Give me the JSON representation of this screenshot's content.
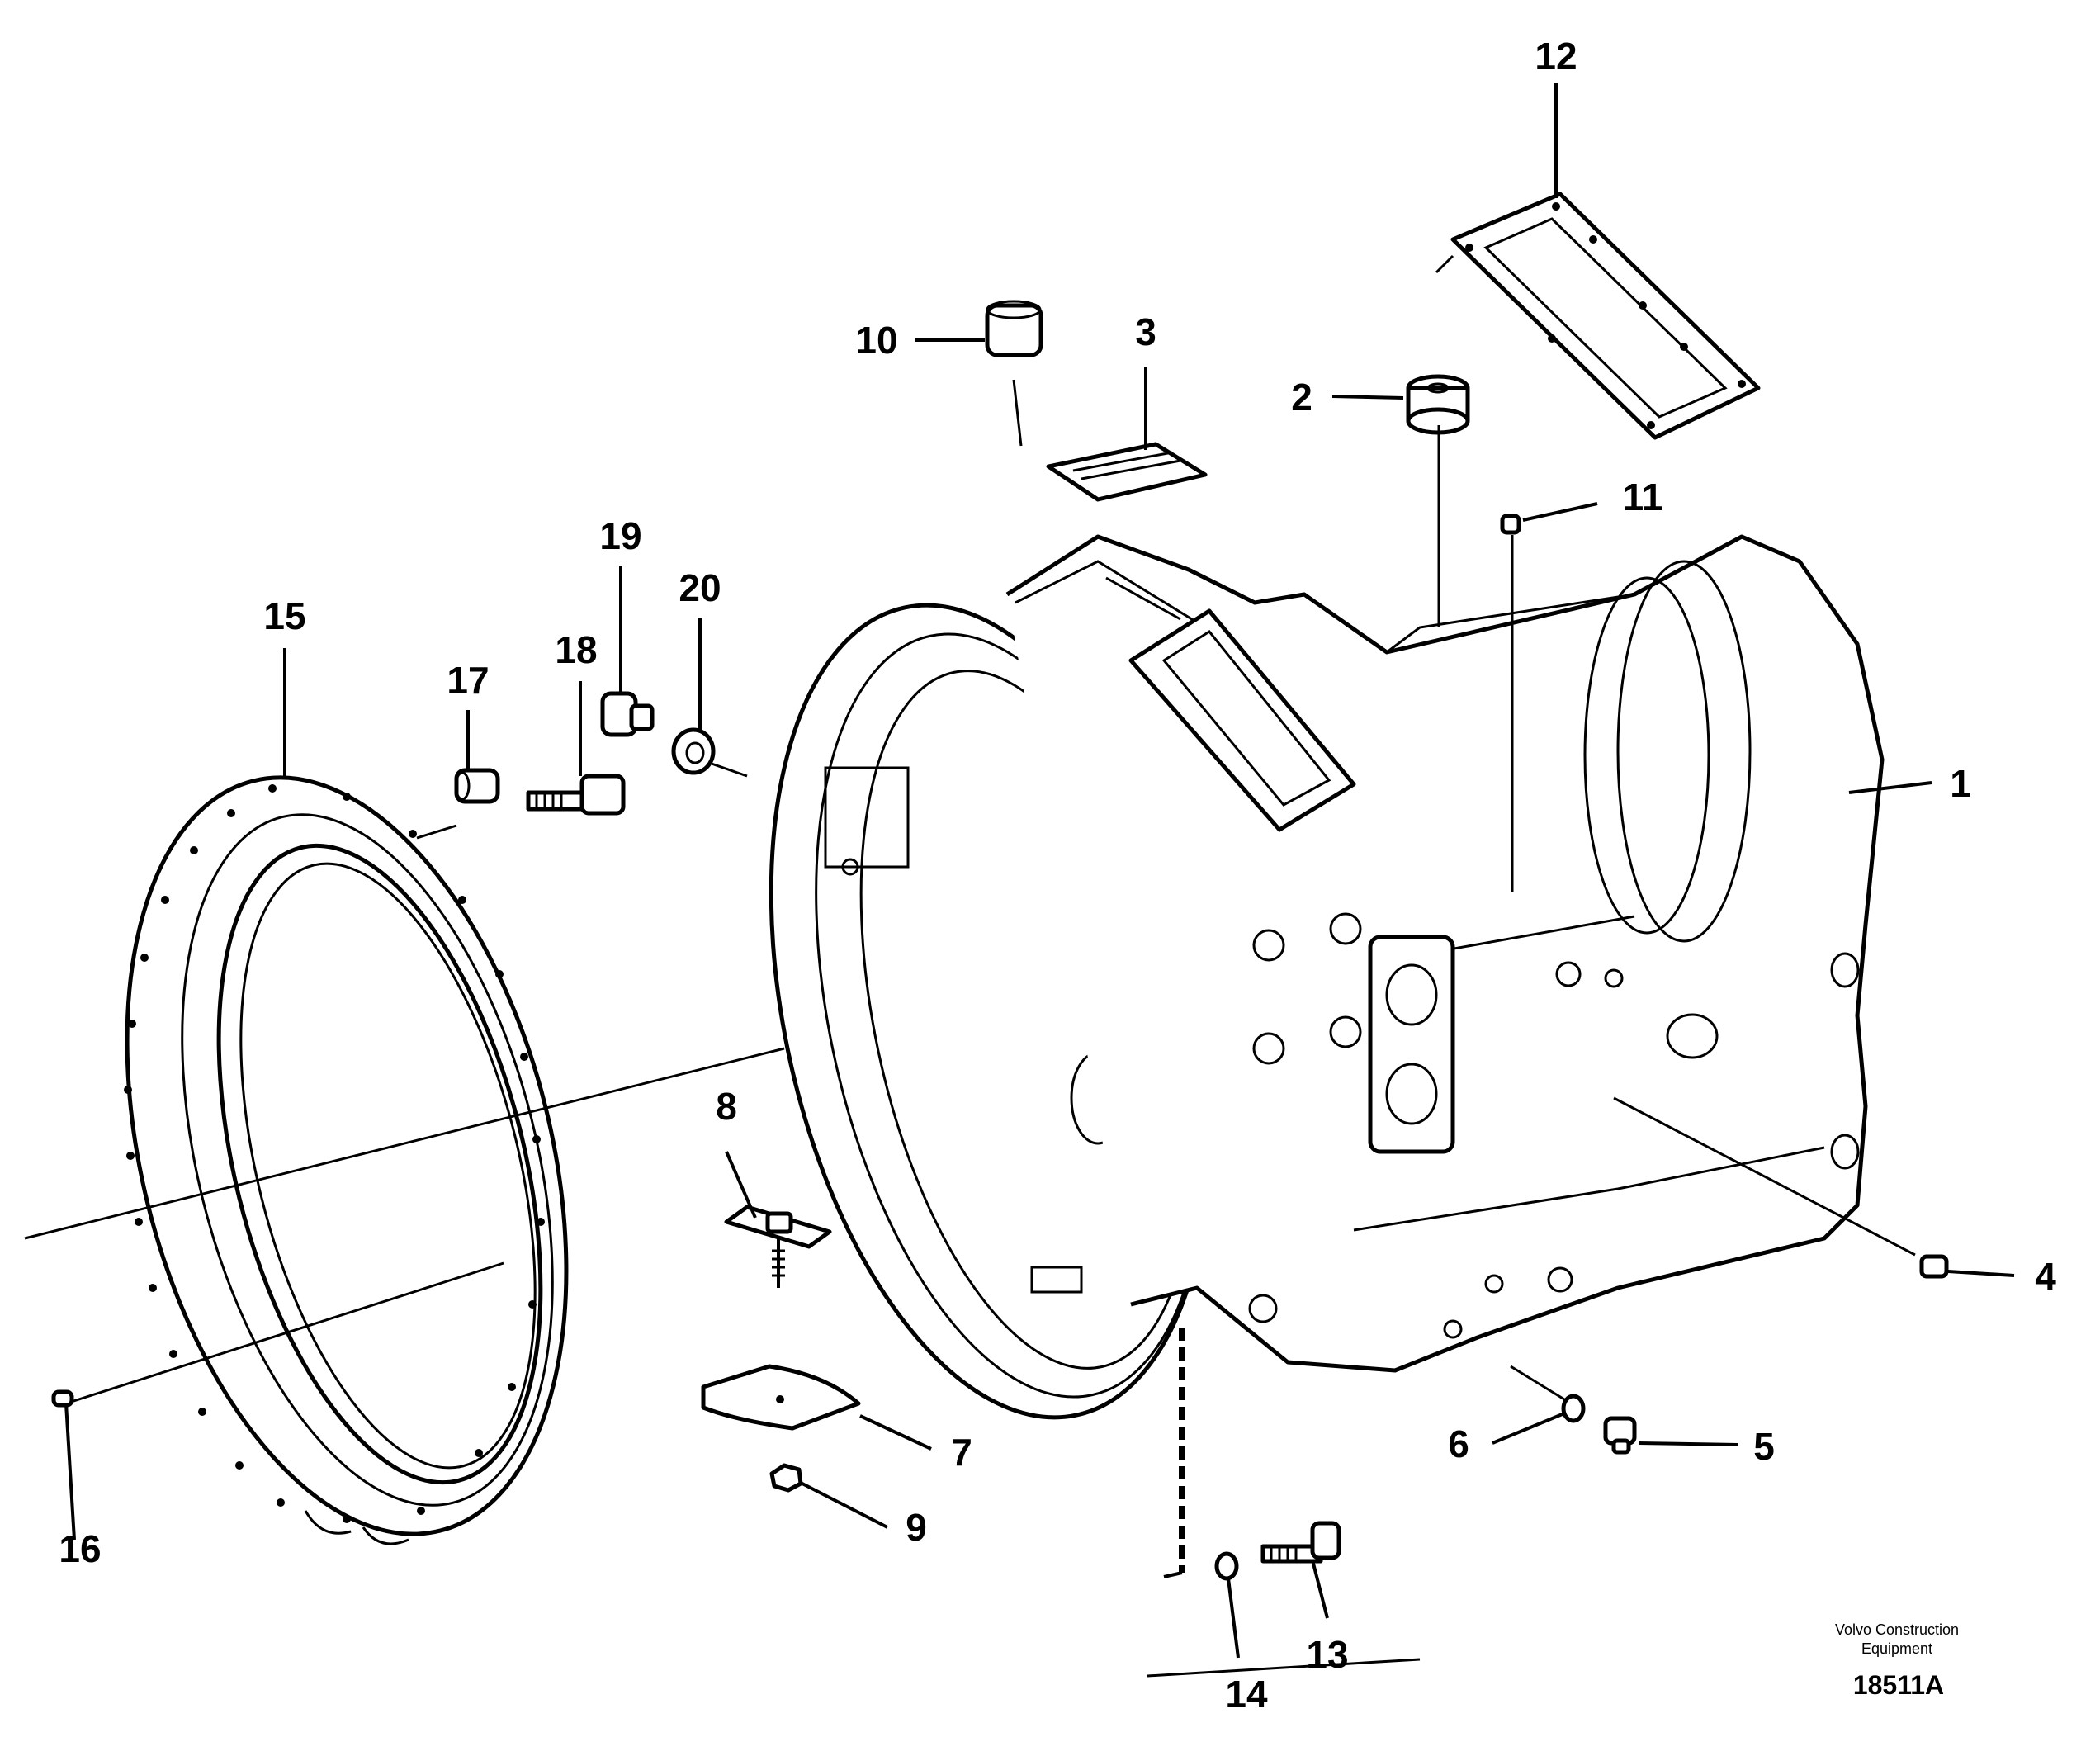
{
  "callouts": {
    "c1": "1",
    "c2": "2",
    "c3": "3",
    "c4": "4",
    "c5": "5",
    "c6": "6",
    "c7": "7",
    "c8": "8",
    "c9": "9",
    "c10": "10",
    "c11": "11",
    "c12": "12",
    "c13": "13",
    "c14": "14",
    "c15": "15",
    "c16": "16",
    "c17": "17",
    "c18": "18",
    "c19": "19",
    "c20": "20"
  },
  "footer": {
    "company_line1": "Volvo Construction",
    "company_line2": "Equipment",
    "doc_number": "18511A"
  }
}
